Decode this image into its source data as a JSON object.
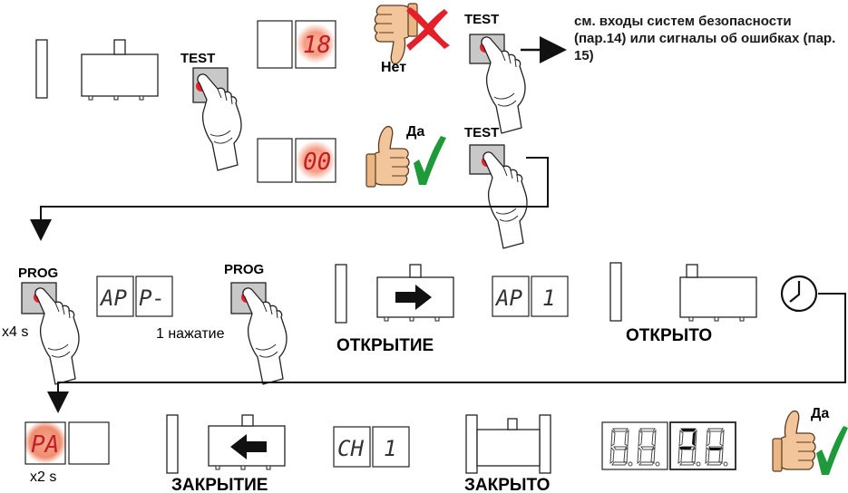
{
  "labels": {
    "test_1": "TEST",
    "test_2": "TEST",
    "test_3": "TEST",
    "no": "Нет",
    "yes_1": "Да",
    "yes_2": "Да",
    "prog_1": "PROG",
    "prog_2": "PROG",
    "x4s": "x4 s",
    "press_once": "1 нажатие",
    "opening": "ОТКРЫТИЕ",
    "open": "ОТКРЫТО",
    "x2s": "x2 s",
    "closing": "ЗАКРЫТИЕ",
    "closed": "ЗАКРЫТО",
    "note": "см. входы систем безопасности (пар.14) или сигналы об ошибках (пар. 15)"
  },
  "displays": {
    "d18": "18",
    "d00": "00",
    "ap": "AP",
    "p_dash": "P-",
    "ap2": "AP",
    "one": "1",
    "pa": "PA",
    "ch": "CH",
    "one2": "1",
    "seg_left": "8.8.",
    "seg_right": "8.8."
  },
  "colors": {
    "led_red": "#e8202a",
    "led_glow": "#f5a68a",
    "check_green": "#1e9a3a",
    "cross_red": "#e3202a",
    "skin": "#f2c69a",
    "button_gray": "#c8c8c8"
  },
  "icons": [
    "hand-press-icon",
    "thumbs-up-icon",
    "thumbs-down-icon",
    "checkmark-icon",
    "cross-icon",
    "clock-icon",
    "arrow-right-icon",
    "arrow-left-icon",
    "gate-icon"
  ]
}
